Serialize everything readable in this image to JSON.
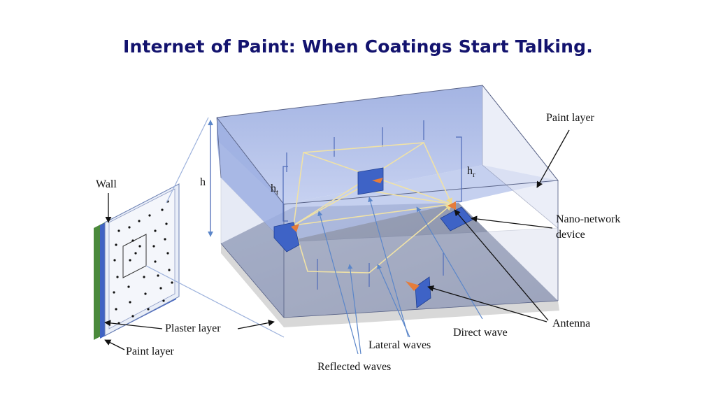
{
  "title": "Internet of Paint: When Coatings Start Talking.",
  "labels": {
    "wall": "Wall",
    "plaster_layer": "Plaster layer",
    "paint_layer_left": "Paint layer",
    "paint_layer_right": "Paint layer",
    "h": "h",
    "ht_main": "h",
    "ht_sub": "t",
    "hr_main": "h",
    "hr_sub": "r",
    "nano_line1": "Nano-network",
    "nano_line2": "device",
    "antenna": "Antenna",
    "direct_wave": "Direct wave",
    "lateral_waves": "Lateral waves",
    "reflected_waves": "Reflected waves"
  },
  "colors": {
    "title": "#13136e",
    "paint_box": "#a9b8e3",
    "wave": "#f2e7b0",
    "pointer": "#5b86c9",
    "device": "#3e63c6",
    "antenna": "#e57c3a",
    "wall_green": "#4b8a3c"
  }
}
